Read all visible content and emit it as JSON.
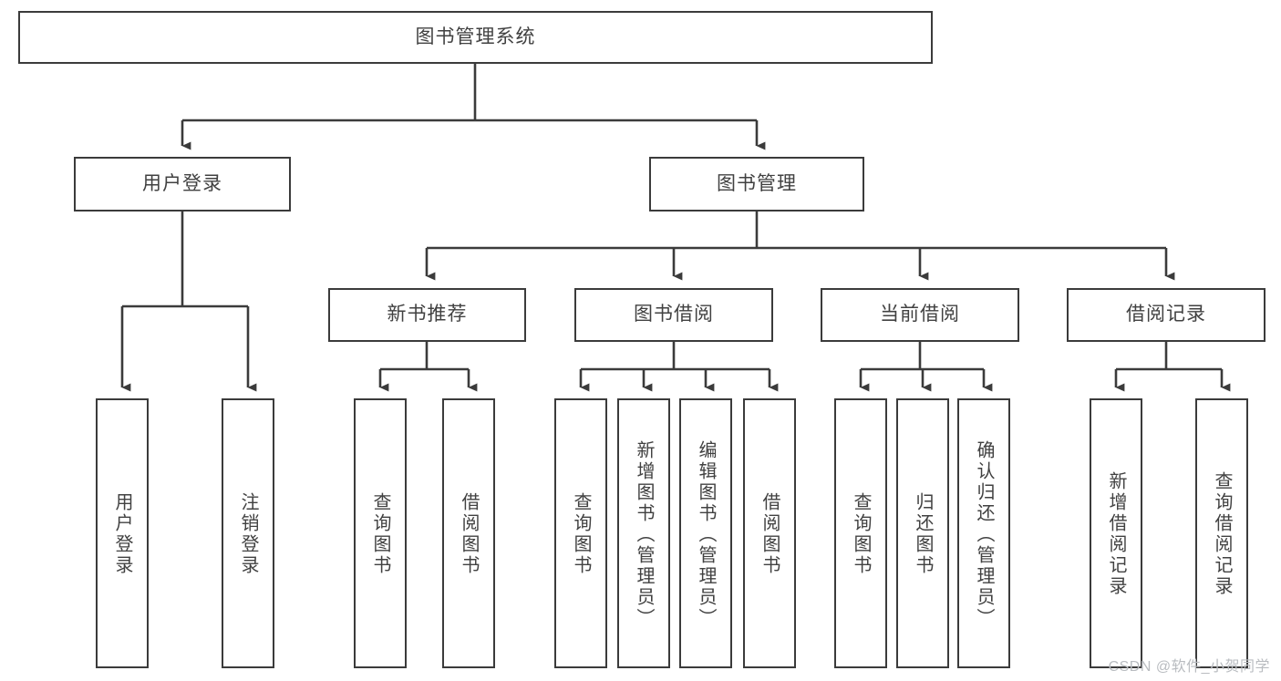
{
  "diagram": {
    "type": "hierarchy-tree",
    "title": "图书管理系统",
    "watermark": "CSDN @软件_小贺同学",
    "colors": {
      "stroke": "#3b3b3b",
      "text": "#414141",
      "background": "#ffffff",
      "watermark": "#b9bcc0"
    },
    "root": {
      "label": "图书管理系统"
    },
    "level2": [
      {
        "label": "用户登录"
      },
      {
        "label": "图书管理"
      }
    ],
    "level3": [
      {
        "label": "新书推荐"
      },
      {
        "label": "图书借阅"
      },
      {
        "label": "当前借阅"
      },
      {
        "label": "借阅记录"
      }
    ],
    "leaves": {
      "user_login": [
        {
          "label": "用户登录"
        },
        {
          "label": "注销登录"
        }
      ],
      "new_book_recommend": [
        {
          "label": "查询图书"
        },
        {
          "label": "借阅图书"
        }
      ],
      "book_borrow": [
        {
          "label": "查询图书"
        },
        {
          "label": "新增图书（管理员）"
        },
        {
          "label": "编辑图书（管理员）"
        },
        {
          "label": "借阅图书"
        }
      ],
      "current_borrow": [
        {
          "label": "查询图书"
        },
        {
          "label": "归还图书"
        },
        {
          "label": "确认归还（管理员）"
        }
      ],
      "borrow_record": [
        {
          "label": "新增借阅记录"
        },
        {
          "label": "查询借阅记录"
        }
      ]
    }
  }
}
